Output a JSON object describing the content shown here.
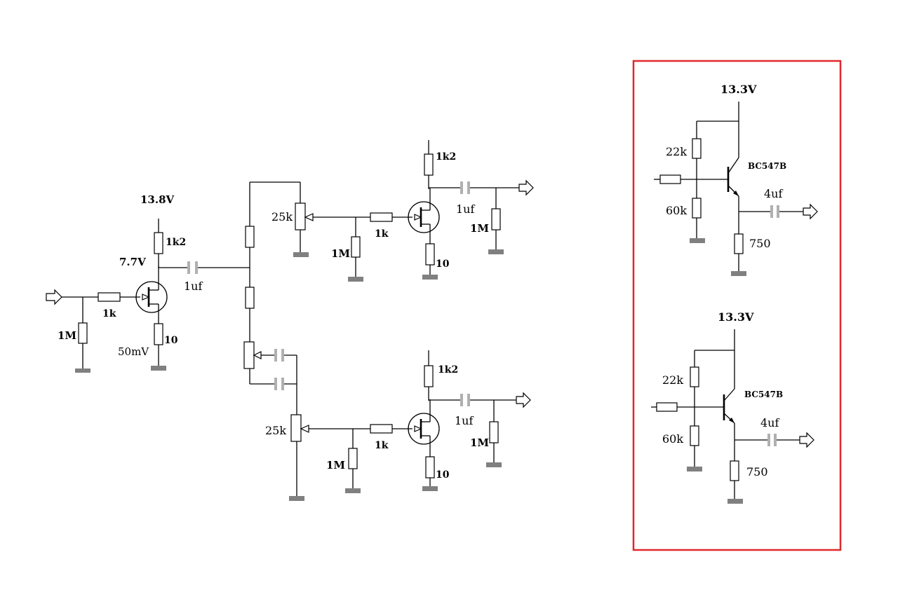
{
  "labels": {
    "main_supply": "13.8V",
    "main_drain_voltage": "7.7V",
    "main_source_voltage": "50mV",
    "main_input_resistor": "1k",
    "main_input_bias": "1M",
    "main_drain_resistor": "1k2",
    "main_source_resistor": "10",
    "main_coupling_cap": "1uf",
    "top_pot": "25k",
    "top_gate_bias": "1M",
    "top_gate_resistor": "1k",
    "top_drain_resistor": "1k2",
    "top_source_resistor": "10",
    "top_output_cap": "1uf",
    "top_output_load": "1M",
    "bottom_pot": "25k",
    "bottom_gate_bias": "1M",
    "bottom_gate_resistor": "1k",
    "bottom_drain_resistor": "1k2",
    "bottom_source_resistor": "10",
    "bottom_output_cap": "1uf",
    "bottom_output_load": "1M",
    "box1_supply": "13.3V",
    "box1_bias_top": "22k",
    "box1_bias_bottom": "60k",
    "box1_transistor": "BC547B",
    "box1_output_cap": "4uf",
    "box1_emitter_resistor": "750",
    "box2_supply": "13.3V",
    "box2_bias_top": "22k",
    "box2_bias_bottom": "60k",
    "box2_transistor": "BC547B",
    "box2_output_cap": "4uf",
    "box2_emitter_resistor": "750"
  },
  "colors": {
    "wire": "#000000",
    "ground": "#808080",
    "capacitor": "#b0b0b0",
    "highlight_frame": "#e0282c"
  },
  "icons": {
    "input": "hollow-arrow-right-icon",
    "output": "hollow-arrow-right-icon",
    "ground": "ground-bar-icon"
  }
}
